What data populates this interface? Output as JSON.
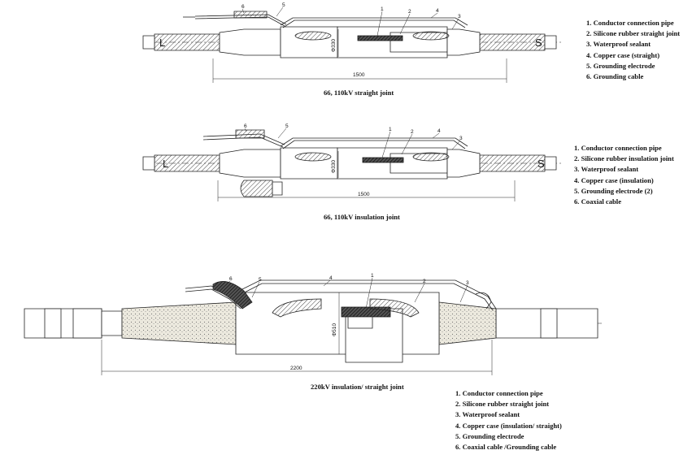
{
  "diagrams": [
    {
      "caption": "66, 110kV straight joint",
      "end_left": "L",
      "end_right": "S",
      "dimension_length": "1500",
      "dimension_diameter": "Φ330",
      "callouts": [
        "1",
        "2",
        "3",
        "4",
        "5",
        "6"
      ],
      "legend": [
        "1. Conductor connection pipe",
        "2. Silicone rubber straight joint",
        "3. Waterproof sealant",
        "4. Copper case (straight)",
        "5. Grounding electrode",
        "6. Grounding cable"
      ]
    },
    {
      "caption": "66, 110kV insulation joint",
      "end_left": "L",
      "end_right": "S",
      "dimension_length": "1500",
      "dimension_diameter": "Φ330",
      "callouts": [
        "1",
        "2",
        "3",
        "4",
        "5",
        "6"
      ],
      "legend": [
        "1. Conductor connection pipe",
        "2. Silicone rubber insulation joint",
        "3. Waterproof sealant",
        "4. Copper case (insulation)",
        "5. Grounding electrode (2)",
        "6. Coaxial cable"
      ]
    },
    {
      "caption": "220kV insulation/ straight joint",
      "dimension_length": "2200",
      "dimension_diameter": "Φ510",
      "callouts": [
        "1",
        "2",
        "3",
        "4",
        "5",
        "6"
      ],
      "legend": [
        "1. Conductor connection pipe",
        "2. Silicone rubber straight joint",
        "3. Waterproof sealant",
        "4. Copper case (insulation/ straight)",
        "5. Grounding electrode",
        "6. Coaxial cable /Grounding cable"
      ]
    }
  ],
  "colors": {
    "line": "#222222",
    "hatch": "#444444",
    "fill_dark": "#2a2a2a",
    "sand": "#d9d4c4"
  }
}
